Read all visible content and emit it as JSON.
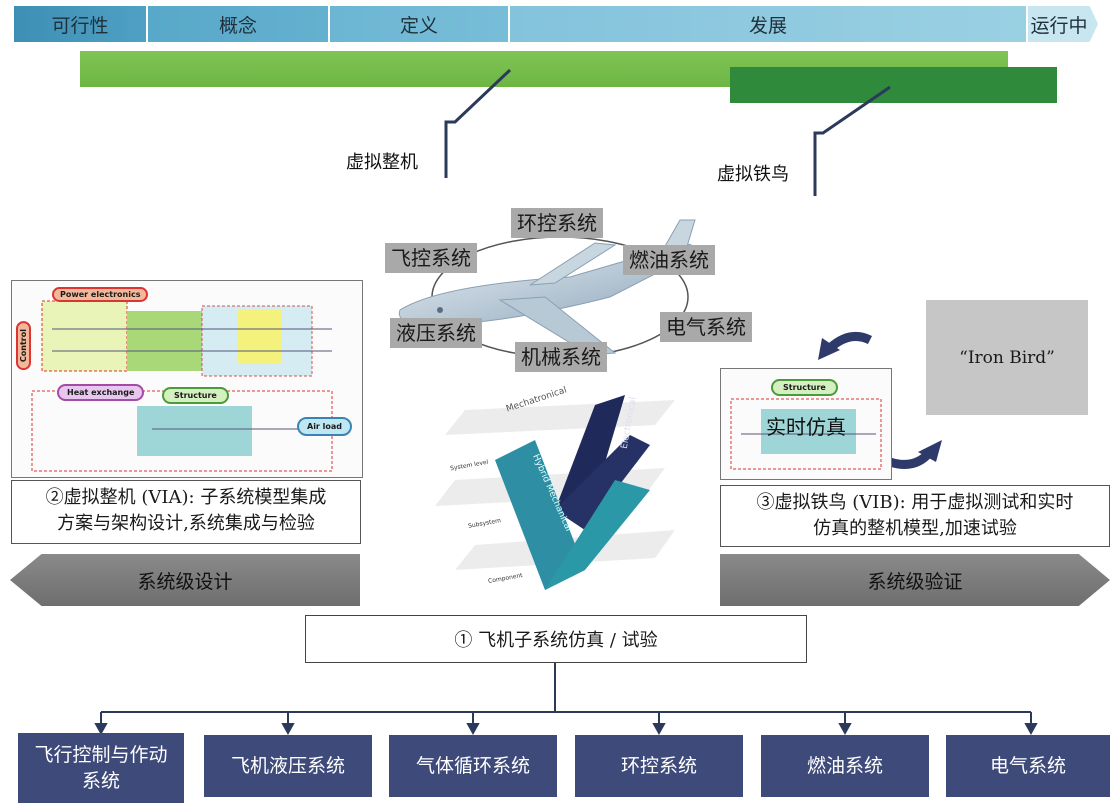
{
  "phases": [
    "可行性",
    "概念",
    "定义",
    "发展",
    "运行中"
  ],
  "labels": {
    "virtual_aircraft": "虚拟整机",
    "virtual_bird": "虚拟铁鸟",
    "realtime": "实时仿真",
    "iron_bird": "“Iron Bird”"
  },
  "systems_around_plane": [
    "飞控系统",
    "环控系统",
    "燃油系统",
    "液压系统",
    "机械系统",
    "电气系统"
  ],
  "schematic": {
    "power_electronics": "Power electronics",
    "control": "Control",
    "heat_exchange": "Heat exchange",
    "structure": "Structure",
    "air_load": "Air load"
  },
  "v_model": {
    "mechatronical": "Mechatronical",
    "electronical": "Electronical",
    "hybrid_mechanical": "Hybrid Mechanical",
    "levels": [
      "System level",
      "Subsystem",
      "Component"
    ]
  },
  "captions": {
    "via_line1": "②虚拟整机 (VIA): 子系统模型集成",
    "via_line2": "方案与架构设计,系统集成与检验",
    "vib_line1": "③虚拟铁鸟 (VIB): 用于虚拟测试和实时",
    "vib_line2": "仿真的整机模型,加速试验"
  },
  "arrows": {
    "left": "系统级设计",
    "right": "系统级验证"
  },
  "center_box": "①  飞机子系统仿真 / 试验",
  "bottom_boxes": [
    {
      "line1": "飞行控制与作动",
      "line2": "系统"
    },
    {
      "line1": "飞机液压系统",
      "line2": ""
    },
    {
      "line1": "气体循环系统",
      "line2": ""
    },
    {
      "line1": "环控系统",
      "line2": ""
    },
    {
      "line1": "燃油系统",
      "line2": ""
    },
    {
      "line1": "电气系统",
      "line2": ""
    }
  ]
}
